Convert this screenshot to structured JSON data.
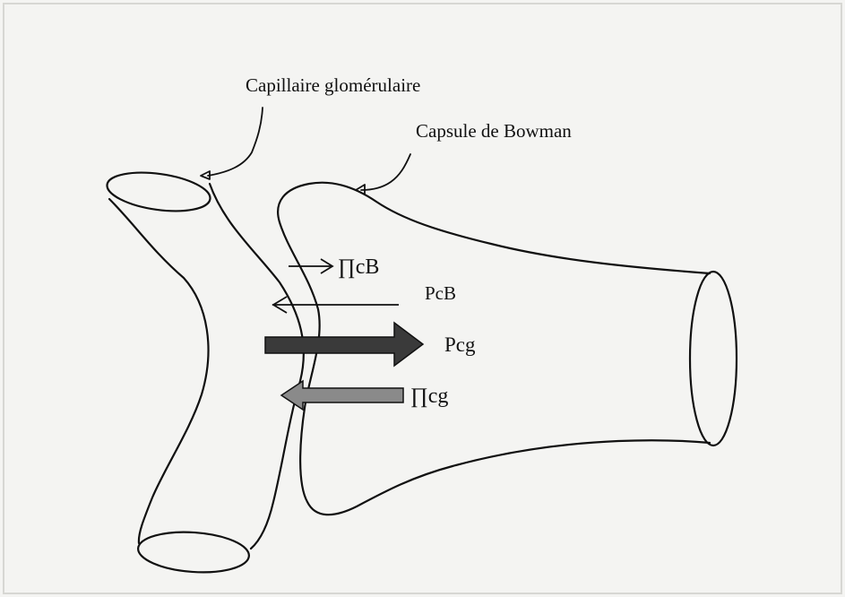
{
  "labels": {
    "capillary": "Capillaire glomérulaire",
    "capsule": "Capsule de Bowman",
    "pi_cb": "∏cB",
    "p_cb": "PcB",
    "p_cg": "Pcg",
    "pi_cg": "∏cg"
  },
  "colors": {
    "line": "#111111",
    "arrow_pcg_fill": "#3a3a3a",
    "arrow_picg_fill": "#8a8a8a",
    "background": "#f4f4f2"
  }
}
